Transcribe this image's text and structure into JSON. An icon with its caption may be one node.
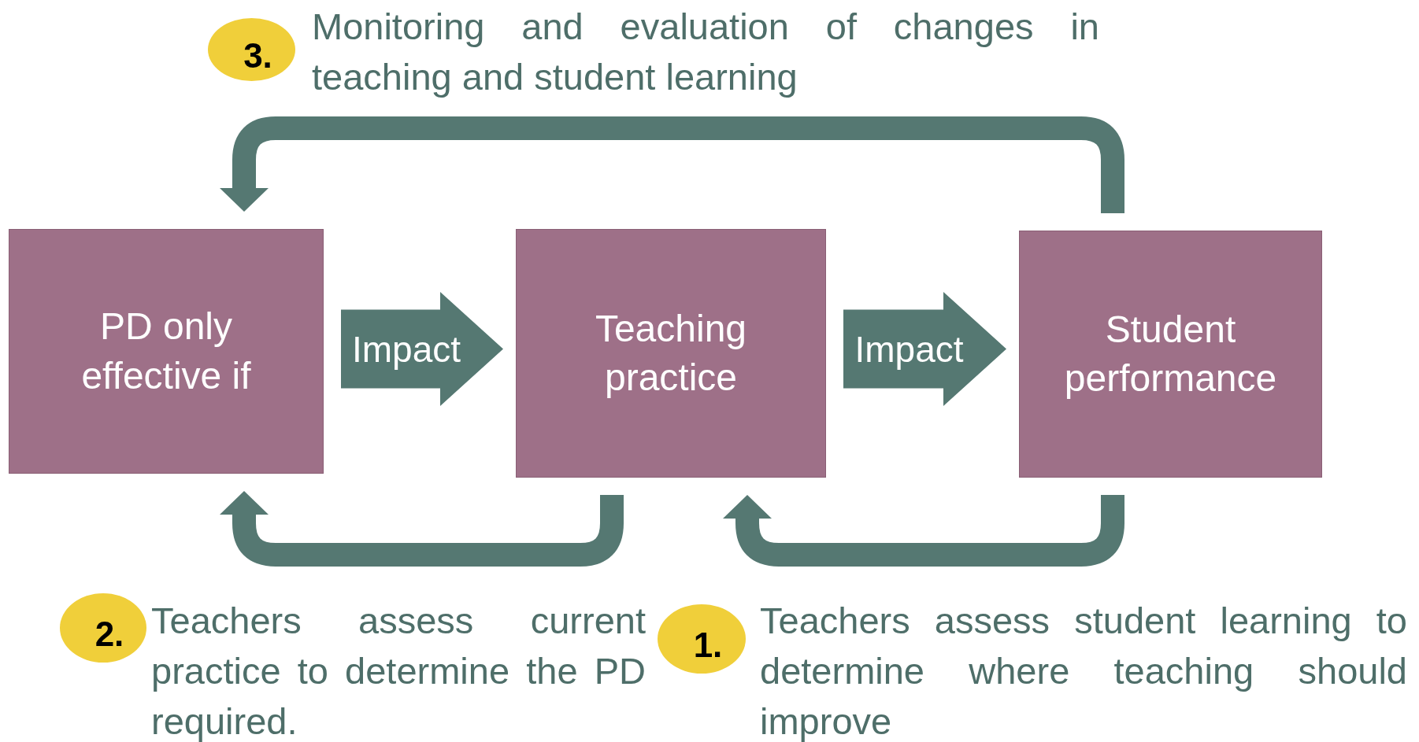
{
  "diagram": {
    "nodes": [
      {
        "text": [
          "PD only effective if"
        ]
      },
      {
        "text": [
          "Teaching practice"
        ]
      },
      {
        "text": [
          "Student performance"
        ]
      },
      {
        "text": [
          "3."
        ],
        "beside": [
          "Monitoring and evaluation of changes in teaching and student learning"
        ]
      },
      {
        "text": [
          "2."
        ],
        "beside": [
          "Teachers assess current practice to determine the PD required."
        ]
      },
      {
        "text": [
          "1."
        ],
        "beside": [
          "Teachers assess student learning to determine where teaching should improve"
        ]
      }
    ],
    "edges": [
      {
        "from": 0,
        "to": 1,
        "arrow": "to",
        "label": "Impact"
      },
      {
        "from": 1,
        "to": 2,
        "arrow": "to",
        "label": "Impact"
      },
      {
        "from": 2,
        "to": 0,
        "arrow": "to"
      },
      {
        "from": 1,
        "to": 0,
        "arrow": "to"
      },
      {
        "from": 2,
        "to": 1,
        "arrow": "to"
      }
    ]
  }
}
